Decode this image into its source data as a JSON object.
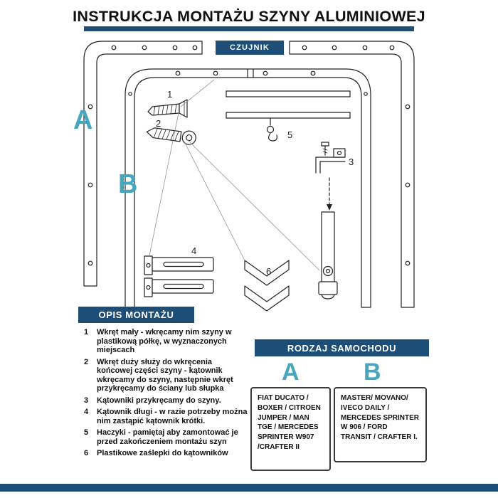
{
  "title": "INSTRUKCJA MONTAŻU SZYNY ALUMINIOWEJ",
  "diagram": {
    "sensor_label": "CZUJNIK",
    "label_a": "A",
    "label_b": "B",
    "part_numbers": [
      "1",
      "2",
      "3",
      "4",
      "5",
      "6"
    ]
  },
  "assembly": {
    "header": "OPIS MONTAŻU",
    "steps": [
      {
        "num": "1",
        "text": "Wkręt mały - wkręcamy nim szyny w plastikową półkę, w wyznaczonych miejscach"
      },
      {
        "num": "2",
        "text": "Wkręt duży służy do wkręcenia końcowej części szyny - kątownik wkręcamy do szyny, następnie wkręt przykręcamy do ściany lub słupka"
      },
      {
        "num": "3",
        "text": "Kątowniki przykręcamy do szyny."
      },
      {
        "num": "4",
        "text": "Kątownik długi - w razie potrzeby można nim zastąpić kątownik krótki."
      },
      {
        "num": "5",
        "text": "Haczyki - pamiętaj aby zamontować je przed zakończeniem montażu szyn"
      },
      {
        "num": "6",
        "text": "Plastikowe zaślepki do kątowników"
      }
    ]
  },
  "vehicles": {
    "header": "RODZAJ SAMOCHODU",
    "label_a": "A",
    "label_b": "B",
    "list_a": "FIAT DUCATO / BOXER / CITROEN JUMPER / MAN TGE / MERCEDES SPRINTER W907 /CRAFTER II",
    "list_b": "MASTER/ MOVANO/ IVECO DAILY / MERCEDES SPRINTER W 906 / FORD TRANSIT / CRAFTER I."
  },
  "colors": {
    "navy": "#1d4e78",
    "teal": "#45a6bd"
  }
}
